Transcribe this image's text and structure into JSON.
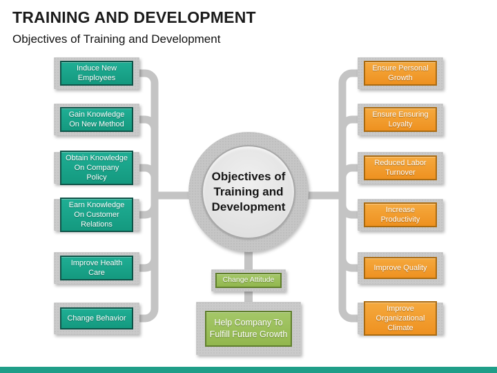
{
  "header": {
    "title": "TRAINING AND DEVELOPMENT",
    "subtitle": "Objectives of Training and Development"
  },
  "center": {
    "label": "Objectives of Training and Development"
  },
  "left_items": [
    "Induce New Employees",
    "Gain Knowledge On New Method",
    "Obtain Knowledge On Company Policy",
    "Earn Knowledge On Customer Relations",
    "Improve Health Care",
    "Change Behavior"
  ],
  "right_items": [
    "Ensure Personal Growth",
    "Ensure Ensuring Loyalty",
    "Reduced Labor Turnover",
    "Increase Productivity",
    "Improve Quality",
    "Improve Organizational Climate"
  ],
  "bottom_items": {
    "attitude": "Change Attitude",
    "growth": "Help Company To Fulfill Future Growth"
  },
  "colors": {
    "teal_node": "#17a28a",
    "teal_border": "#0f5348",
    "orange_node": "#f0992b",
    "orange_border": "#a96a10",
    "green_node": "#96bc53",
    "green_border": "#5f7e2c",
    "plate_gray": "#cacaca",
    "connector_gray": "#c4c4c4",
    "footer_accent": "#1f9e88"
  }
}
